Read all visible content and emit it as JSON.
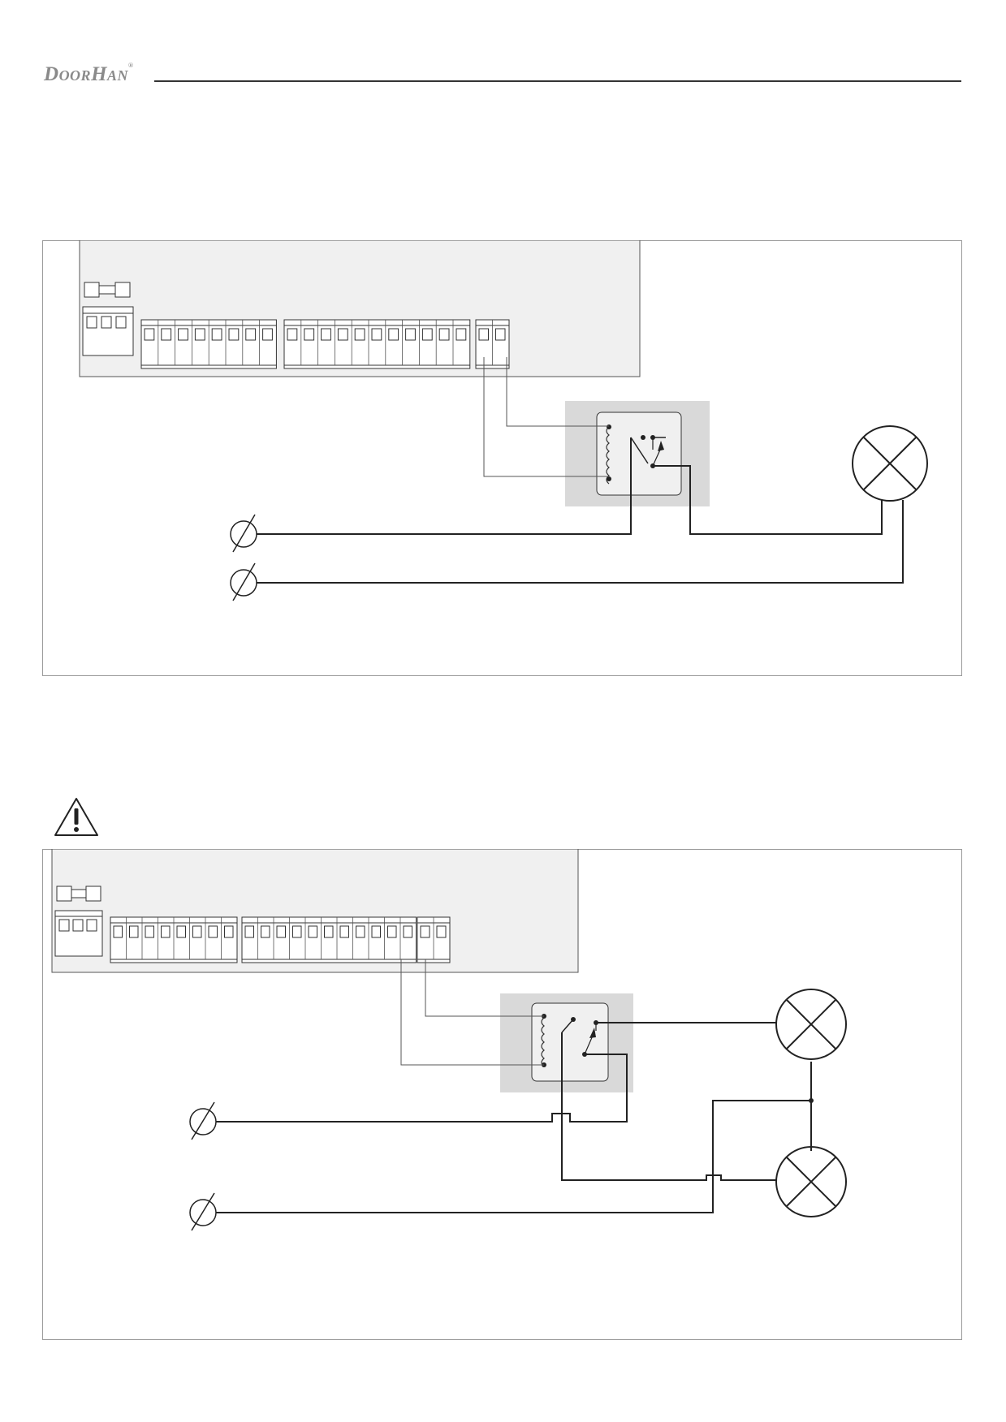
{
  "header": {
    "brand_first_initial": "D",
    "brand_first_rest": "OOR",
    "brand_second_initial": "H",
    "brand_second_rest": "AN",
    "registered_mark": "®"
  },
  "colors": {
    "board_fill": "#f0f0f0",
    "relay_shade": "#d9d9d9",
    "line": "#222222",
    "frame": "#9a9a9a",
    "brand_gray": "#8a8a8a"
  },
  "diagrams": [
    {
      "id": "single-lamp",
      "components": [
        "control-board",
        "relay",
        "lamp",
        "supply-terminal-1",
        "supply-terminal-2"
      ]
    },
    {
      "id": "two-lamps",
      "components": [
        "control-board",
        "relay",
        "lamp-1",
        "lamp-2",
        "supply-terminal-1",
        "supply-terminal-2"
      ],
      "has_warning_icon": true
    }
  ],
  "icons": {
    "warning": "warning-icon",
    "lamp": "lamp-icon",
    "relay": "relay-icon",
    "supply_terminal": "supply-terminal-icon"
  }
}
